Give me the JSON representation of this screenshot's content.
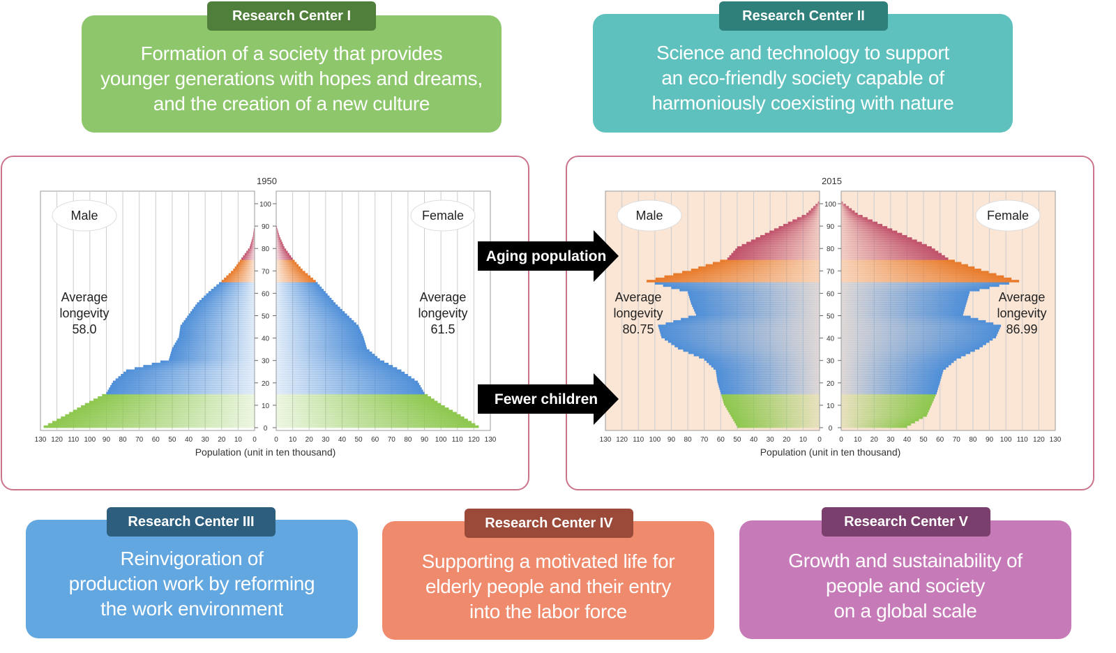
{
  "colors": {
    "c1": "#8dc66b",
    "c1_tag": "#4f7f3a",
    "c2": "#5fc1bd",
    "c2_tag": "#2f7f7a",
    "c3": "#62a7e0",
    "c3_tag": "#2e5e7e",
    "c4": "#ef8a6c",
    "c4_tag": "#9b4a3a",
    "c5": "#c67bb8",
    "c5_tag": "#7a3f6c"
  },
  "centers": [
    {
      "tag": "Research Center I",
      "text": "Formation of a society that provides\nyounger generations with hopes and dreams,\nand the creation of a new culture"
    },
    {
      "tag": "Research Center II",
      "text": "Science and technology to support\nan eco-friendly society capable of\nharmoniously coexisting with nature"
    },
    {
      "tag": "Research Center III",
      "text": "Reinvigoration of\nproduction work by reforming\nthe work environment"
    },
    {
      "tag": "Research Center IV",
      "text": "Supporting a motivated life for\nelderly people and their entry\ninto the labor force"
    },
    {
      "tag": "Research Center V",
      "text": "Growth and sustainability of\npeople and society\non a global scale"
    }
  ],
  "arrows": {
    "aging": "Aging population",
    "fewer": "Fewer children"
  },
  "chart_data": [
    {
      "type": "bar",
      "title": "1950",
      "xlabel": "Population (unit in ten thousand)",
      "x_ticks": [
        "130",
        "120",
        "110",
        "100",
        "90",
        "80",
        "70",
        "60",
        "50",
        "40",
        "30",
        "20",
        "10",
        "0"
      ],
      "y_ticks": [
        "0",
        "10",
        "20",
        "30",
        "40",
        "50",
        "60",
        "70",
        "80",
        "90",
        "100"
      ],
      "xlim": [
        0,
        130
      ],
      "ylim": [
        0,
        105
      ],
      "male_label": "Male",
      "female_label": "Female",
      "male_longevity": {
        "line1": "Average",
        "line2": "longevity",
        "value": "58.0"
      },
      "female_longevity": {
        "line1": "Average",
        "line2": "longevity",
        "value": "61.5"
      },
      "background": "#ffffff",
      "age_groups": {
        "0-14": "#8dc74e",
        "15-64": "#4f8fd8",
        "65-74": "#e87a2a",
        "75+": "#c0506a"
      },
      "ages": [
        0,
        5,
        10,
        15,
        20,
        25,
        30,
        35,
        40,
        45,
        50,
        55,
        60,
        65,
        70,
        75,
        80,
        85,
        90,
        95,
        100
      ],
      "male": [
        128,
        115,
        103,
        90,
        86,
        78,
        52,
        50,
        46,
        45,
        40,
        35,
        28,
        20,
        13,
        8,
        3,
        1,
        0,
        0,
        0
      ],
      "female": [
        123,
        112,
        100,
        90,
        86,
        76,
        63,
        55,
        53,
        50,
        43,
        36,
        30,
        24,
        16,
        10,
        5,
        2,
        0,
        0,
        0
      ]
    },
    {
      "type": "bar",
      "title": "2015",
      "xlabel": "Population (unit in ten thousand)",
      "x_ticks": [
        "130",
        "120",
        "110",
        "100",
        "90",
        "80",
        "70",
        "60",
        "50",
        "40",
        "30",
        "20",
        "10",
        "0"
      ],
      "y_ticks": [
        "0",
        "10",
        "20",
        "30",
        "40",
        "50",
        "60",
        "70",
        "80",
        "90",
        "100"
      ],
      "xlim": [
        0,
        130
      ],
      "ylim": [
        0,
        105
      ],
      "male_label": "Male",
      "female_label": "Female",
      "male_longevity": {
        "line1": "Average",
        "line2": "longevity",
        "value": "80.75"
      },
      "female_longevity": {
        "line1": "Average",
        "line2": "longevity",
        "value": "86.99"
      },
      "background": "#fbe6d6",
      "age_groups": {
        "0-14": "#8dc74e",
        "15-64": "#4f8fd8",
        "65-74": "#e87a2a",
        "75+": "#c0506a"
      },
      "ages": [
        0,
        5,
        10,
        15,
        20,
        25,
        30,
        35,
        40,
        45,
        50,
        55,
        60,
        65,
        70,
        75,
        80,
        85,
        90,
        95,
        100
      ],
      "male": [
        50,
        54,
        58,
        60,
        62,
        63,
        70,
        86,
        96,
        98,
        75,
        78,
        80,
        105,
        78,
        56,
        50,
        36,
        22,
        8,
        1
      ],
      "female": [
        40,
        52,
        55,
        58,
        60,
        62,
        70,
        84,
        94,
        97,
        74,
        76,
        78,
        108,
        85,
        65,
        55,
        40,
        25,
        10,
        1
      ]
    }
  ]
}
